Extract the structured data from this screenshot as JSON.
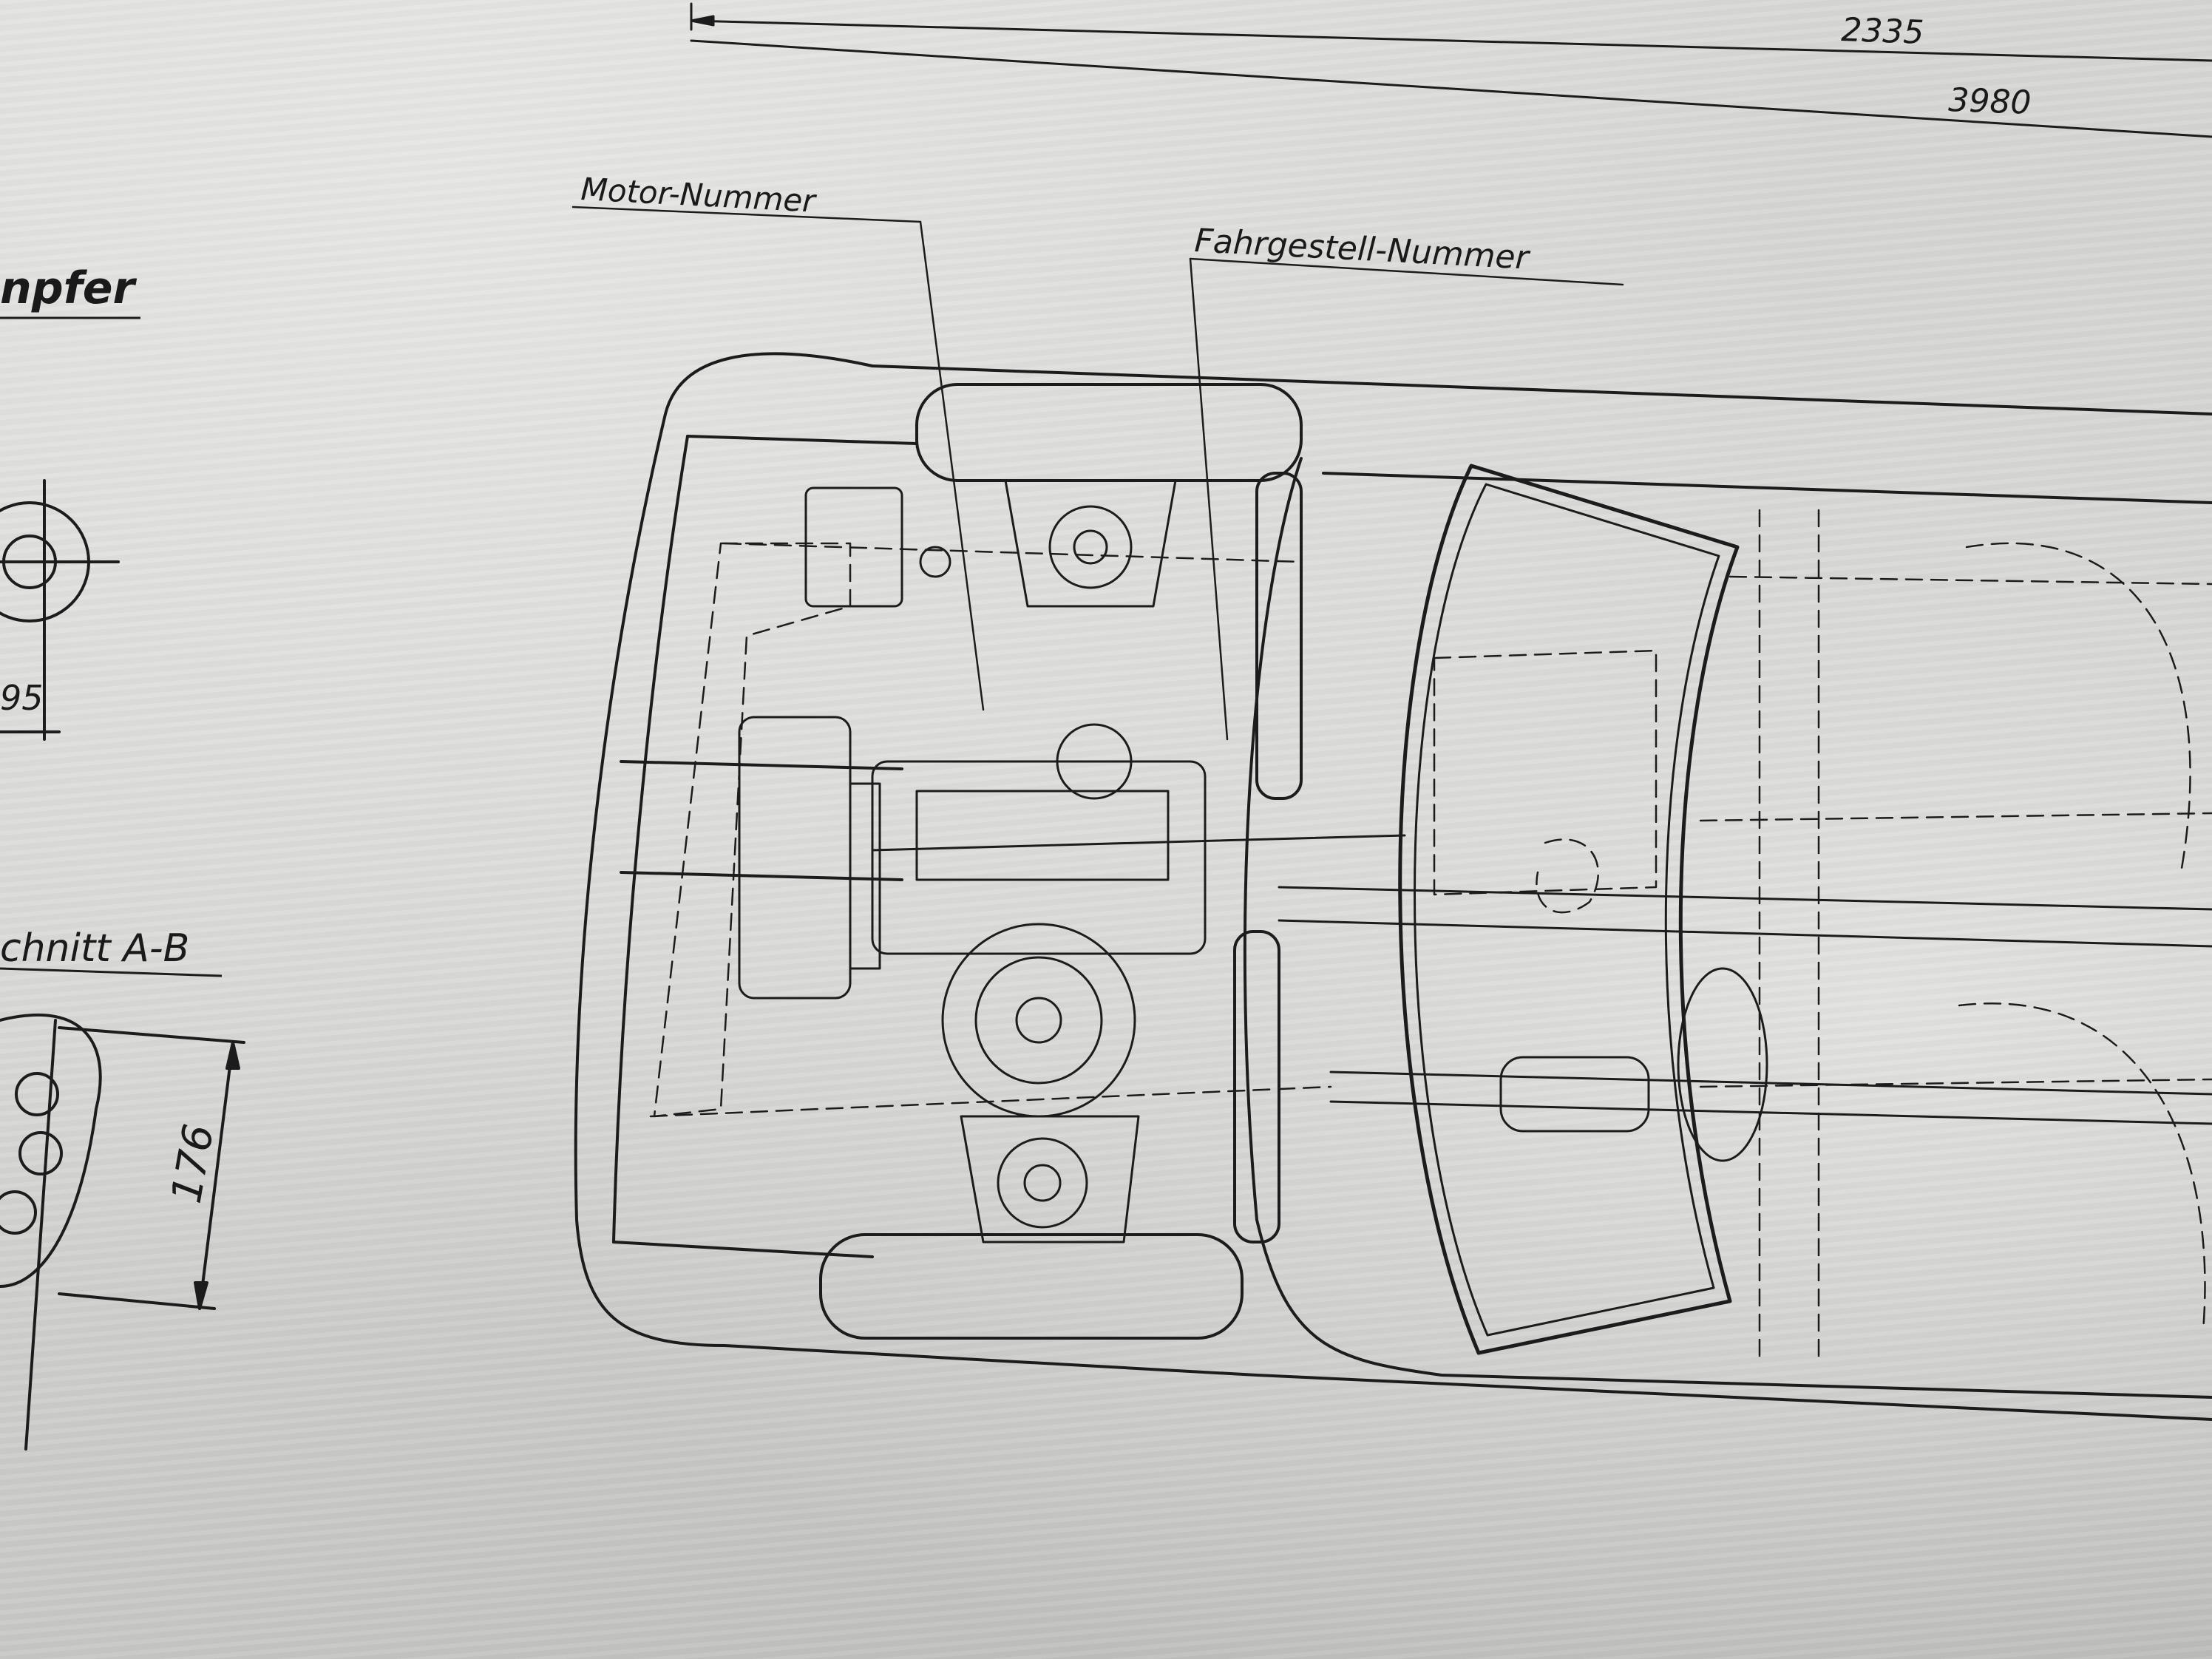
{
  "dimensions": {
    "wheelbase": "2335",
    "overall_length": "3980",
    "section_height": "176",
    "partial_dimension": "95"
  },
  "labels": {
    "engine_number": "Motor-Nummer",
    "chassis_number": "Fahrgestell-Nummer",
    "section": "chnitt A-B",
    "damper_partial": "npfer"
  }
}
